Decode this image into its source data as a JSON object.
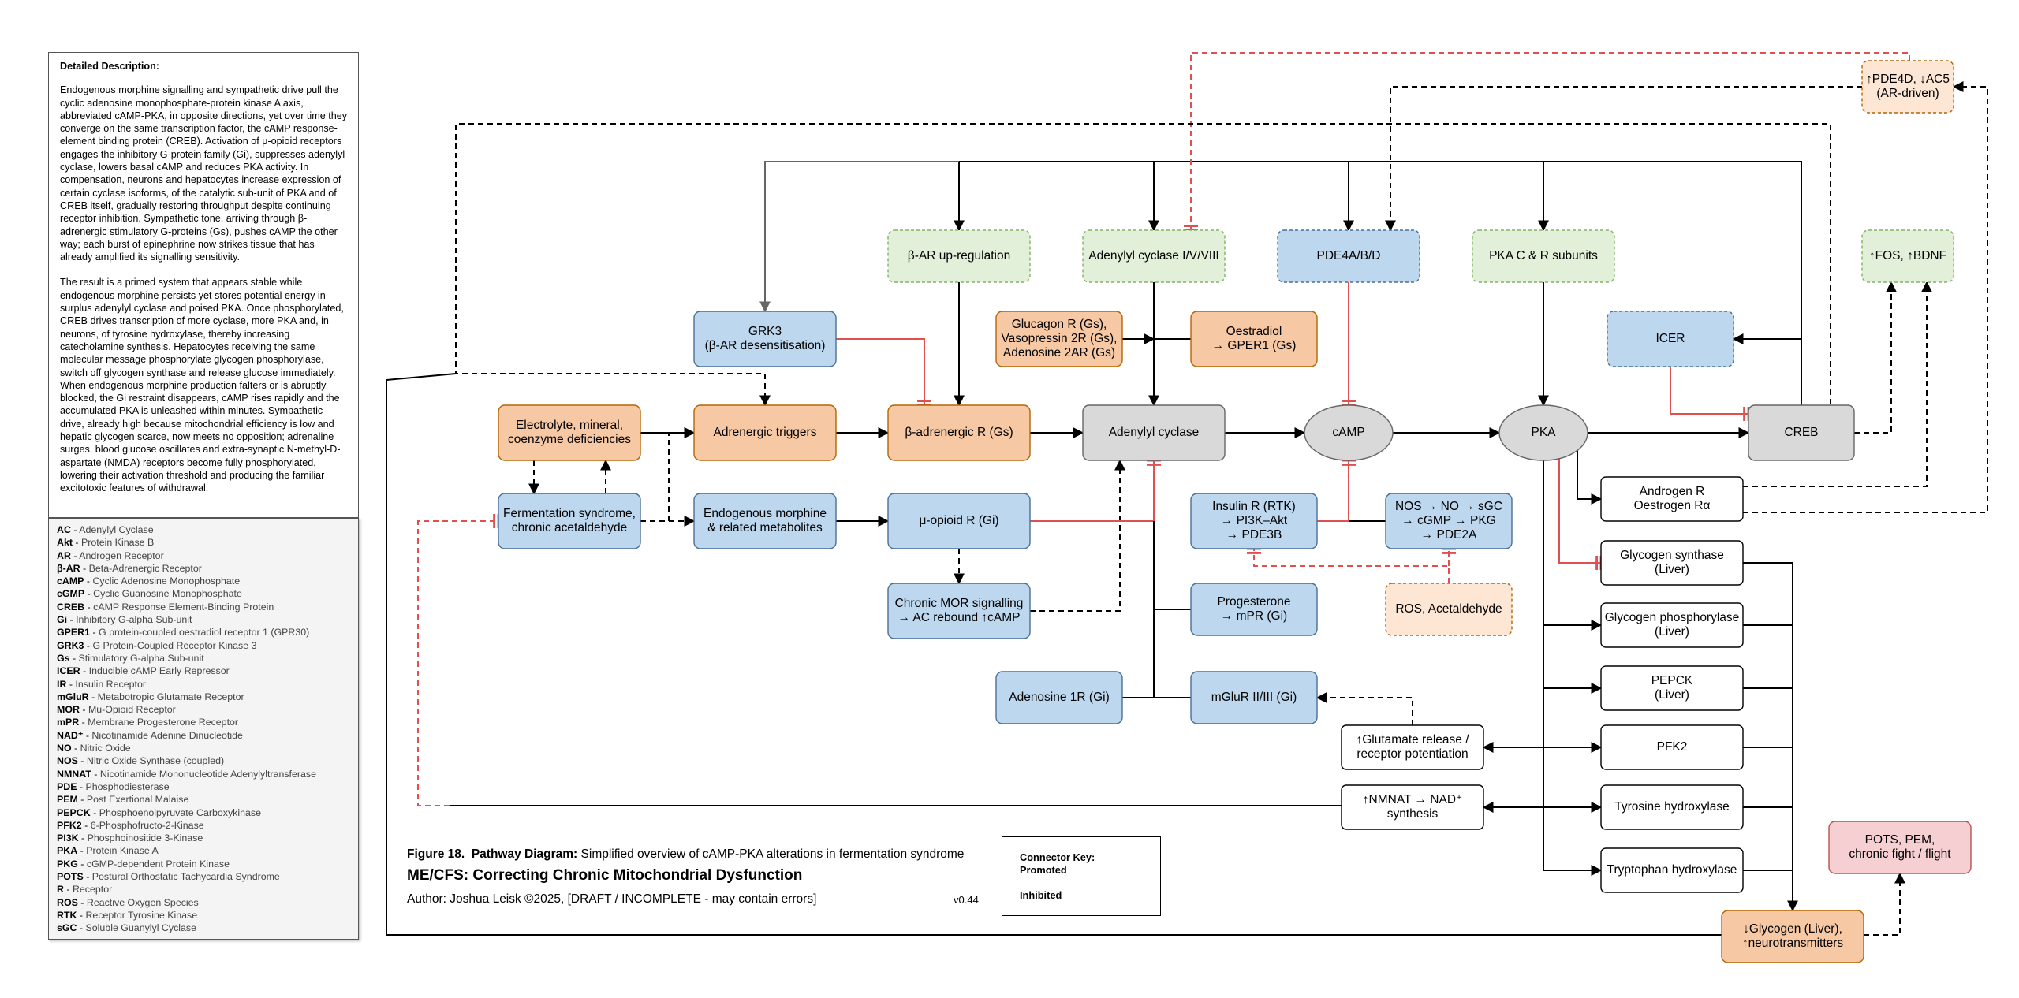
{
  "description": {
    "title": "Detailed Description:",
    "paragraphs": [
      "Endogenous morphine signalling and sympathetic drive pull the cyclic adenosine monophosphate-protein kinase A axis, abbreviated cAMP-PKA, in opposite directions, yet over time they converge on the same transcription factor, the cAMP response-element binding protein (CREB). Activation of μ-opioid receptors engages the inhibitory G-protein family (Gi), suppresses adenylyl cyclase, lowers basal cAMP and reduces PKA activity. In compensation, neurons and hepatocytes increase expression of certain cyclase isoforms, of the catalytic sub-unit of PKA and of CREB itself, gradually restoring throughput despite continuing receptor inhibition. Sympathetic tone, arriving through β-adrenergic stimulatory G-proteins (Gs), pushes cAMP the other way; each burst of epinephrine now strikes tissue that has already amplified its signalling sensitivity.",
      "The result is a primed system that appears stable while endogenous morphine persists yet stores potential energy in surplus adenylyl cyclase and poised PKA. Once phosphorylated, CREB drives transcription of more cyclase, more PKA and, in neurons, of tyrosine hydroxylase, thereby increasing catecholamine synthesis. Hepatocytes receiving the same molecular message phosphorylate glycogen phosphorylase, switch off glycogen synthase and release glucose immediately. When endogenous morphine production falters or is abruptly blocked, the Gi restraint disappears, cAMP rises rapidly and the accumulated PKA is unleashed within minutes. Sympathetic drive, already high because mitochondrial efficiency is low and hepatic glycogen scarce, now meets no opposition; adrenaline surges, blood glucose oscillates and extra-synaptic N-methyl-D-aspartate (NMDA) receptors become fully phosphorylated, lowering their activation threshold and producing the familiar excitotoxic features of withdrawal."
    ]
  },
  "abbreviations": [
    {
      "abbr": "AC",
      "def": "Adenylyl Cyclase"
    },
    {
      "abbr": "Akt",
      "def": "Protein Kinase B"
    },
    {
      "abbr": "AR",
      "def": "Androgen Receptor"
    },
    {
      "abbr": "β-AR",
      "def": "Beta-Adrenergic Receptor"
    },
    {
      "abbr": "cAMP",
      "def": "Cyclic Adenosine Monophosphate"
    },
    {
      "abbr": "cGMP",
      "def": "Cyclic Guanosine Monophosphate"
    },
    {
      "abbr": "CREB",
      "def": "cAMP Response Element-Binding Protein"
    },
    {
      "abbr": "Gi",
      "def": "Inhibitory G-alpha Sub-unit"
    },
    {
      "abbr": "GPER1",
      "def": "G protein-coupled oestradiol receptor 1 (GPR30)"
    },
    {
      "abbr": "GRK3",
      "def": "G Protein-Coupled Receptor Kinase 3"
    },
    {
      "abbr": "Gs",
      "def": "Stimulatory G-alpha Sub-unit"
    },
    {
      "abbr": "ICER",
      "def": "Inducible cAMP Early Repressor"
    },
    {
      "abbr": "IR",
      "def": "Insulin Receptor"
    },
    {
      "abbr": "mGluR",
      "def": "Metabotropic Glutamate Receptor"
    },
    {
      "abbr": "MOR",
      "def": "Mu-Opioid Receptor"
    },
    {
      "abbr": "mPR",
      "def": "Membrane Progesterone Receptor"
    },
    {
      "abbr": "NAD⁺",
      "def": "Nicotinamide Adenine Dinucleotide"
    },
    {
      "abbr": "NO",
      "def": "Nitric Oxide"
    },
    {
      "abbr": "NOS",
      "def": "Nitric Oxide Synthase (coupled)"
    },
    {
      "abbr": "NMNAT",
      "def": "Nicotinamide Mononucleotide Adenylyltransferase"
    },
    {
      "abbr": "PDE",
      "def": "Phosphodiesterase"
    },
    {
      "abbr": "PEM",
      "def": "Post Exertional Malaise"
    },
    {
      "abbr": "PEPCK",
      "def": "Phosphoenolpyruvate Carboxykinase"
    },
    {
      "abbr": "PFK2",
      "def": "6-Phosphofructo-2-Kinase"
    },
    {
      "abbr": "PI3K",
      "def": "Phosphoinositide 3-Kinase"
    },
    {
      "abbr": "PKA",
      "def": "Protein Kinase A"
    },
    {
      "abbr": "PKG",
      "def": "cGMP-dependent Protein Kinase"
    },
    {
      "abbr": "POTS",
      "def": "Postural Orthostatic Tachycardia Syndrome"
    },
    {
      "abbr": "R",
      "def": "Receptor"
    },
    {
      "abbr": "ROS",
      "def": "Reactive Oxygen Species"
    },
    {
      "abbr": "RTK",
      "def": "Receptor Tyrosine Kinase"
    },
    {
      "abbr": "sGC",
      "def": "Soluble Guanylyl Cyclase"
    }
  ],
  "caption": {
    "figure_label": "Figure 18.",
    "figure_type": "Pathway Diagram:",
    "figure_text": "Simplified overview of cAMP-PKA alterations in fermentation syndrome",
    "title": "ME/CFS: Correcting Chronic Mitochondrial Dysfunction",
    "author": "Author: Joshua Leisk ©2025, [DRAFT / INCOMPLETE - may contain errors]",
    "version": "v0.44"
  },
  "key": {
    "title": "Connector Key:",
    "promoted": "Promoted",
    "inhibited": "Inhibited"
  },
  "colors": {
    "promote": "#000000",
    "inhibit": "#e05050",
    "green_fill": "#e2efd9",
    "green_stroke": "#82b366",
    "orange_fill": "#f7c8a4",
    "orange_stroke": "#b46504",
    "blue_fill": "#bcd7ee",
    "blue_stroke": "#4a6f96",
    "gray_fill": "#d9d9d9",
    "peach_fill": "#fde6d4",
    "pink_fill": "#f6cfd2",
    "white_fill": "#ffffff"
  },
  "nodes": {
    "bar_up": [
      "β-AR up-regulation"
    ],
    "ac_iso": [
      "Adenylyl cyclase I/V/VIII"
    ],
    "pde4": [
      "PDE4A/B/D"
    ],
    "pka_cr": [
      "PKA C & R subunits"
    ],
    "fos": [
      "↑FOS, ↑BDNF"
    ],
    "pde4d_ac5": [
      "↑PDE4D, ↓AC5",
      "(AR-driven)"
    ],
    "grk3": [
      "GRK3",
      "(β-AR desensitisation)"
    ],
    "glucagon": [
      "Glucagon R (Gs),",
      "Vasopressin 2R (Gs),",
      "Adenosine 2AR (Gs)"
    ],
    "oestradiol": [
      "Oestradiol",
      "→ GPER1 (Gs)"
    ],
    "icer": [
      "ICER"
    ],
    "electrolyte": [
      "Electrolyte, mineral,",
      "coenzyme deficiencies"
    ],
    "adrenergic_triggers": [
      "Adrenergic triggers"
    ],
    "b_adrenergic": [
      "β-adrenergic R (Gs)"
    ],
    "adenylyl_cyclase": [
      "Adenylyl cyclase"
    ],
    "camp": [
      "cAMP"
    ],
    "pka": [
      "PKA"
    ],
    "creb": [
      "CREB"
    ],
    "fermentation": [
      "Fermentation syndrome,",
      "chronic acetaldehyde"
    ],
    "endo_morphine": [
      "Endogenous morphine",
      "& related metabolites"
    ],
    "mu_opioid": [
      "μ-opioid R (Gi)"
    ],
    "insulin": [
      "Insulin R (RTK)",
      "→ PI3K–Akt",
      "→ PDE3B"
    ],
    "nos": [
      "NOS → NO → sGC",
      "→ cGMP → PKG",
      "→ PDE2A"
    ],
    "androgen": [
      "Androgen R",
      "Oestrogen Rα"
    ],
    "chronic_mor": [
      "Chronic MOR signalling",
      "→ AC rebound ↑cAMP"
    ],
    "glycogen_synthase": [
      "Glycogen synthase",
      "(Liver)"
    ],
    "ros": [
      "ROS, Acetaldehyde"
    ],
    "glycogen_phos": [
      "Glycogen phosphorylase",
      "(Liver)"
    ],
    "progesterone": [
      "Progesterone",
      "→ mPR (Gi)"
    ],
    "pepck": [
      "PEPCK",
      "(Liver)"
    ],
    "adenosine1r": [
      "Adenosine 1R (Gi)"
    ],
    "mglur": [
      "mGluR II/III (Gi)"
    ],
    "glutamate": [
      "↑Glutamate release /",
      "receptor potentiation"
    ],
    "pfk2": [
      "PFK2"
    ],
    "nmnat": [
      "↑NMNAT → NAD⁺",
      "synthesis"
    ],
    "tyrosine": [
      "Tyrosine hydroxylase"
    ],
    "pots": [
      "POTS, PEM,",
      "chronic fight / flight"
    ],
    "tryptophan": [
      "Tryptophan hydroxylase"
    ],
    "glycogen_liver": [
      "↓Glycogen (Liver),",
      "↑neurotransmitters"
    ]
  }
}
